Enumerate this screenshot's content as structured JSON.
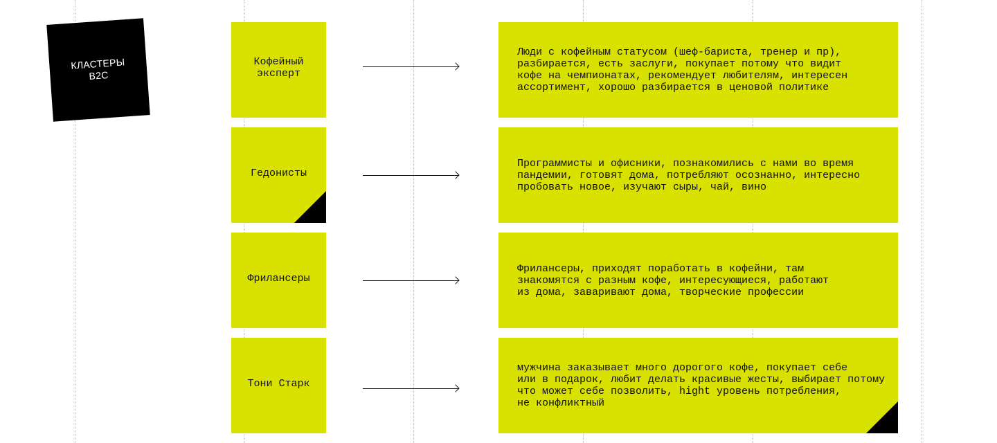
{
  "title": "КЛАСТЕРЫ\nB2C",
  "clusters": [
    {
      "name": "Кофейный\nэксперт",
      "description": "Люди с кофейным статусом (шеф-бариста, тренер и пр),\nразбирается, есть заслуги, покупает потому что видит\nкофе на чемпионатах, рекомендует любителям, интересен\nассортимент, хорошо разбирается в ценовой политике"
    },
    {
      "name": "Гедонисты",
      "description": "Программисты и офисники, познакомились с нами во время\nпандемии, готовят дома, потребляют осознанно, интересно\nпробовать новое, изучают сыры, чай, вино"
    },
    {
      "name": "Фрилансеры",
      "description": "Фрилансеры, приходят поработать в кофейни, там\nзнакомятся с разным кофе, интересующиеся, работают\nиз дома, заваривают дома, творческие профессии"
    },
    {
      "name": "Тони Старк",
      "description": "мужчина заказывает много дорогого кофе, покупает себе\nили в подарок, любит делать красивые жесты, выбирает потому\nчто может себе позволить, hight уровень потребления,\nне конфликтный"
    }
  ],
  "colors": {
    "accent": "#d9e100",
    "dark": "#000000"
  }
}
